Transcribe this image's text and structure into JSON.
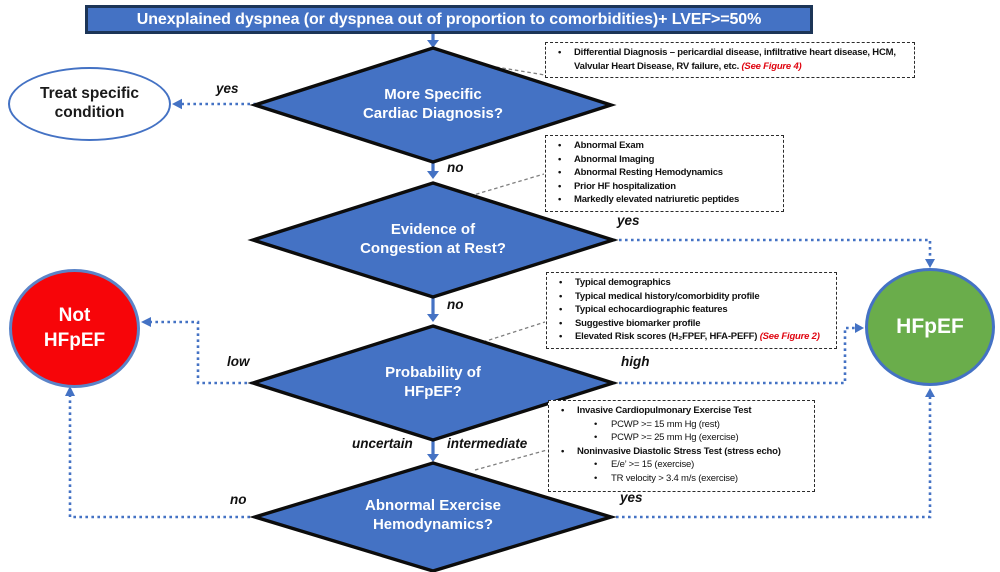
{
  "banner": {
    "text": "Unexplained dyspnea (or dyspnea out of proportion to comorbidities)+ LVEF>=50%"
  },
  "nodes": {
    "diamond1": {
      "label": "More Specific\nCardiac Diagnosis?"
    },
    "diamond2": {
      "label": "Evidence of\nCongestion at Rest?"
    },
    "diamond3": {
      "label": "Probability of\nHFpEF?"
    },
    "diamond4": {
      "label": "Abnormal Exercise\nHemodynamics?"
    },
    "treat_specific": {
      "label": "Treat specific\ncondition"
    },
    "not_hfpef": {
      "label": "Not\nHFpEF"
    },
    "hfpef": {
      "label": "HFpEF"
    }
  },
  "edge_labels": {
    "yes1": "yes",
    "no1": "no",
    "yes2": "yes",
    "no2": "no",
    "low": "low",
    "high": "high",
    "uncertain": "uncertain",
    "intermediate": "intermediate",
    "no3": "no",
    "yes3": "yes"
  },
  "boxes": {
    "box1": {
      "text": "Differential Diagnosis – pericardial disease, infiltrative heart disease, HCM, Valvular Heart Disease, RV failure, etc. ",
      "note": "(See Figure 4)"
    },
    "box2": {
      "items": [
        "Abnormal Exam",
        "Abnormal Imaging",
        "Abnormal Resting Hemodynamics",
        "Prior HF hospitalization",
        "Markedly elevated natriuretic peptides"
      ]
    },
    "box3": {
      "items": [
        "Typical demographics",
        "Typical medical history/comorbidity profile",
        "Typical echocardiographic features",
        "Suggestive biomarker profile",
        "Elevated Risk scores (H₂FPEF, HFA-PEFF) "
      ],
      "note": "(See Figure 2)"
    },
    "box4": {
      "items": [
        "Invasive Cardiopulmonary Exercise Test",
        "PCWP >= 15 mm Hg (rest)",
        "PCWP >= 25 mm Hg (exercise)",
        "Noninvasive Diastolic Stress Test (stress echo)",
        "E/e’ >= 15 (exercise)",
        "TR velocity > 3.4 m/s (exercise)"
      ]
    }
  },
  "colors": {
    "node_blue": "#4472c4",
    "banner_border": "#1c3557",
    "hfpef_green": "#6aad4b",
    "not_hfpef_red": "#f70509",
    "note_red": "#e00510"
  }
}
